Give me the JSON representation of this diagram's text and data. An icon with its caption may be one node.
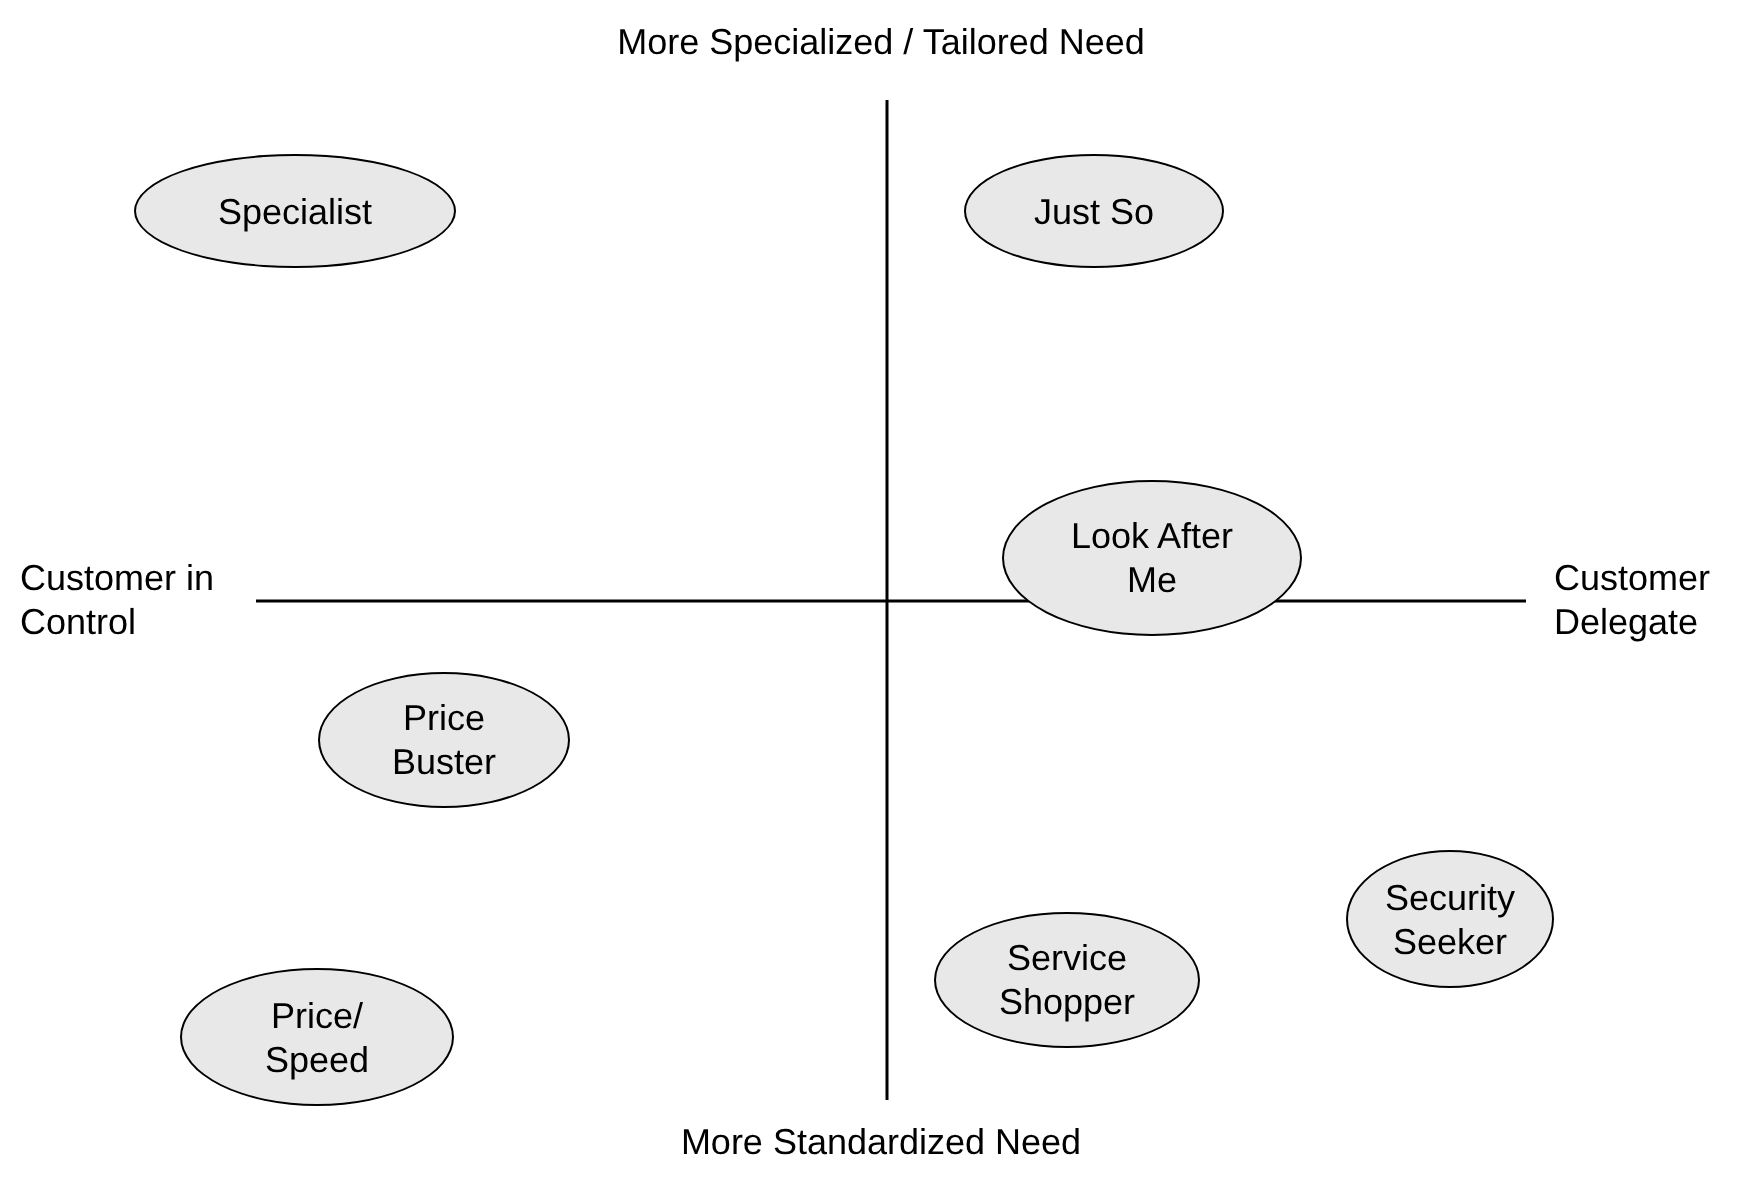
{
  "diagram": {
    "nodes": [
      {
        "text": [
          "Specialist"
        ]
      },
      {
        "text": [
          "Just So"
        ]
      },
      {
        "text": [
          "Look After Me"
        ]
      },
      {
        "text": [
          "Price Buster"
        ]
      },
      {
        "text": [
          "Security Seeker"
        ]
      },
      {
        "text": [
          "Service Shopper"
        ]
      },
      {
        "text": [
          "Price/ Speed"
        ]
      }
    ],
    "edges": [],
    "labels": [
      "More Specialized / Tailored Need",
      "Customer in Control",
      "Customer Delegate",
      "More Standardized Need"
    ]
  }
}
